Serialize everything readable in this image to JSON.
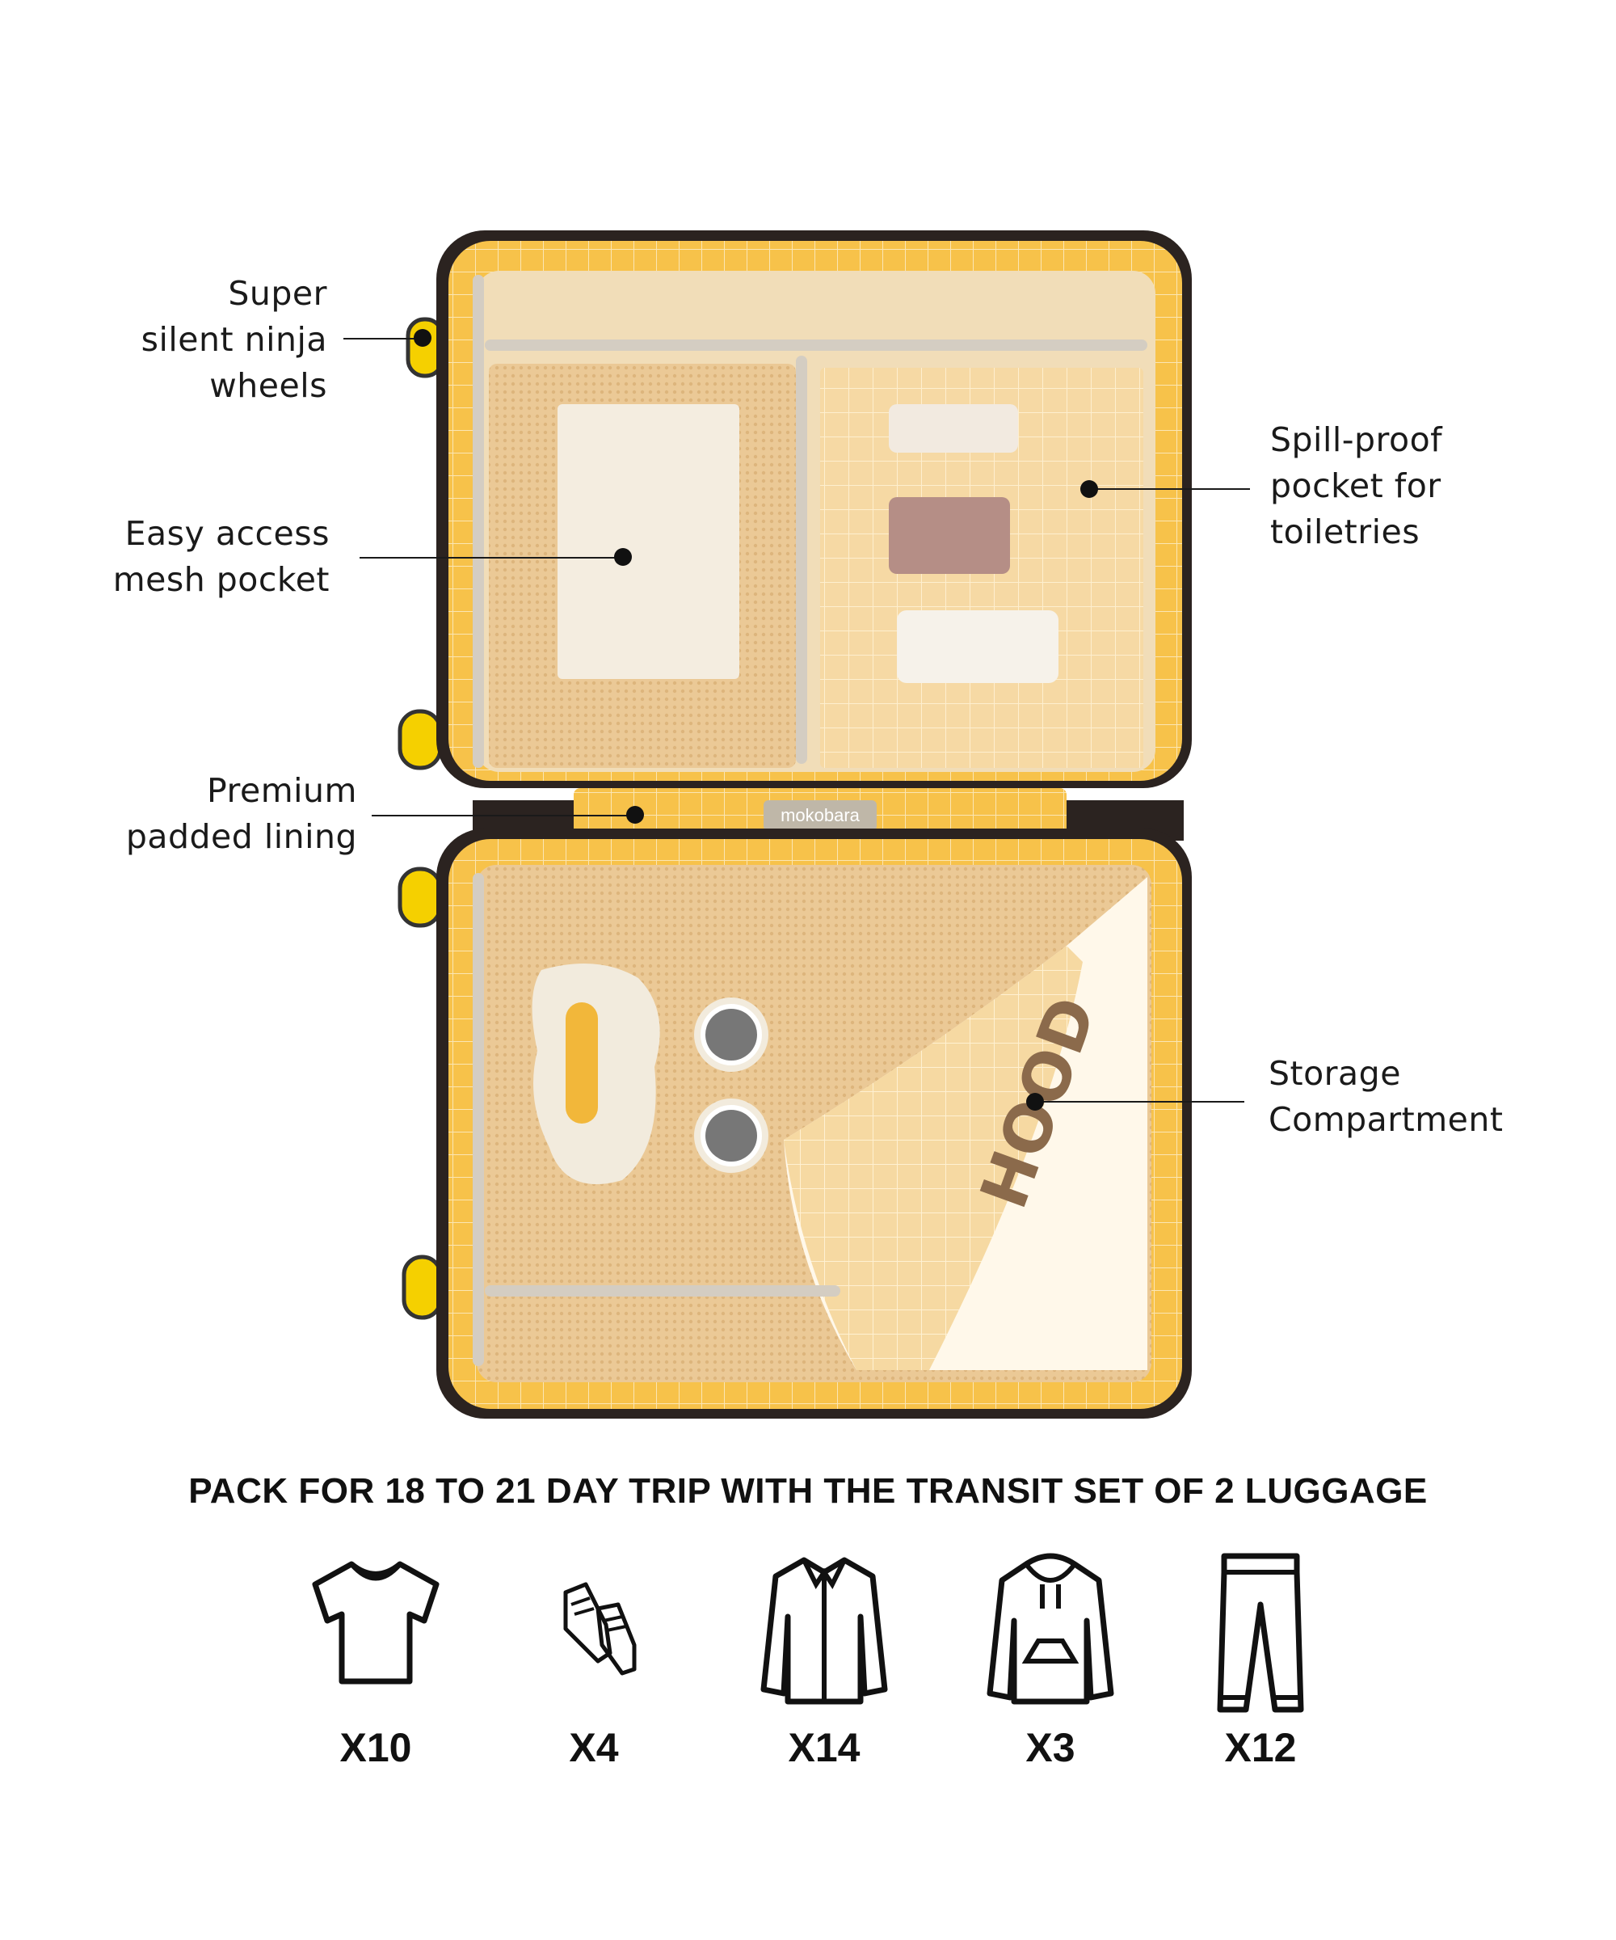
{
  "brand": {
    "logo_text": "mokobara"
  },
  "colors": {
    "shell": "#F6B81E",
    "lining": "#F8DDA8",
    "mesh": "#E9C99A",
    "zipper": "#CFC8BC",
    "wheel": "#F5D000"
  },
  "callouts": {
    "wheels": "Super\nsilent ninja\nwheels",
    "mesh_pocket": "Easy access\nmesh pocket",
    "lining": "Premium\npadded lining",
    "toiletries": "Spill-proof\npocket for\ntoiletries",
    "storage": "Storage\nCompartment"
  },
  "headline": "PACK FOR 18 TO 21 DAY TRIP WITH THE TRANSIT SET OF 2 LUGGAGE",
  "packing": [
    {
      "icon": "tshirt-icon",
      "count": "X10"
    },
    {
      "icon": "shoes-icon",
      "count": "X4"
    },
    {
      "icon": "shirt-icon",
      "count": "X14"
    },
    {
      "icon": "hoodie-icon",
      "count": "X3"
    },
    {
      "icon": "pants-icon",
      "count": "X12"
    }
  ]
}
